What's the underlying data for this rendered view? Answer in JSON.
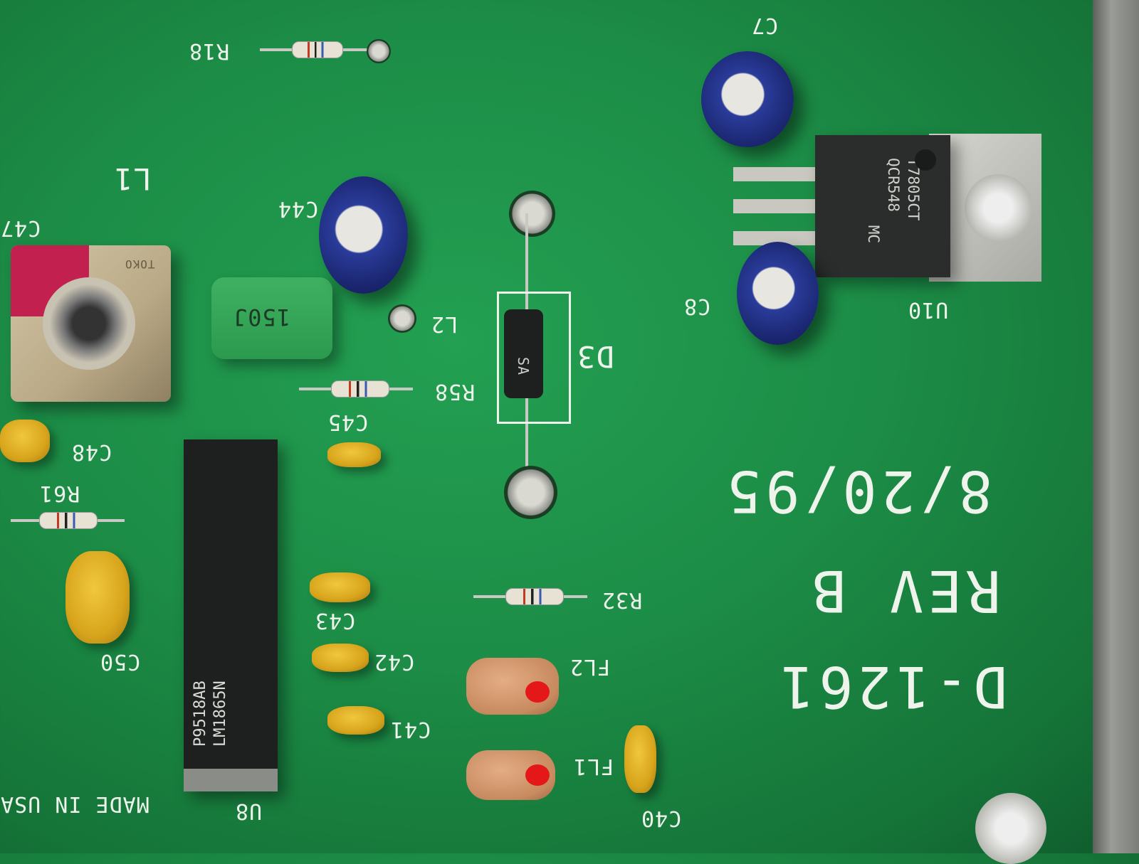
{
  "board": {
    "part_number": "D-1261",
    "revision": "REV B",
    "date": "8/20/95",
    "made_in": "MADE IN USA"
  },
  "references": {
    "r18": "R18",
    "c7": "C7",
    "l1": "L1",
    "c47": "C47",
    "c44": "C44",
    "l2": "L2",
    "d3": "D3",
    "r58": "R58",
    "c45": "C45",
    "c8": "C8",
    "u10": "U10",
    "c48": "C48",
    "r61": "R61",
    "c50": "C50",
    "c43": "C43",
    "c42": "C42",
    "c41": "C41",
    "r32": "R32",
    "fl2": "FL2",
    "fl1": "FL1",
    "c40": "C40",
    "u8": "U8"
  },
  "components": {
    "regulator_line1": "MC",
    "regulator_line2": "T7805CT",
    "regulator_line3": "QCR548",
    "ic_line1": "P9518AB",
    "ic_line2": "LM1865N",
    "inductor_marking": "150J",
    "diode_marking": "SA",
    "coil_marking": "TOKO"
  },
  "colors": {
    "pcb": "#1c8c46",
    "silkscreen": "#eef3ec"
  }
}
